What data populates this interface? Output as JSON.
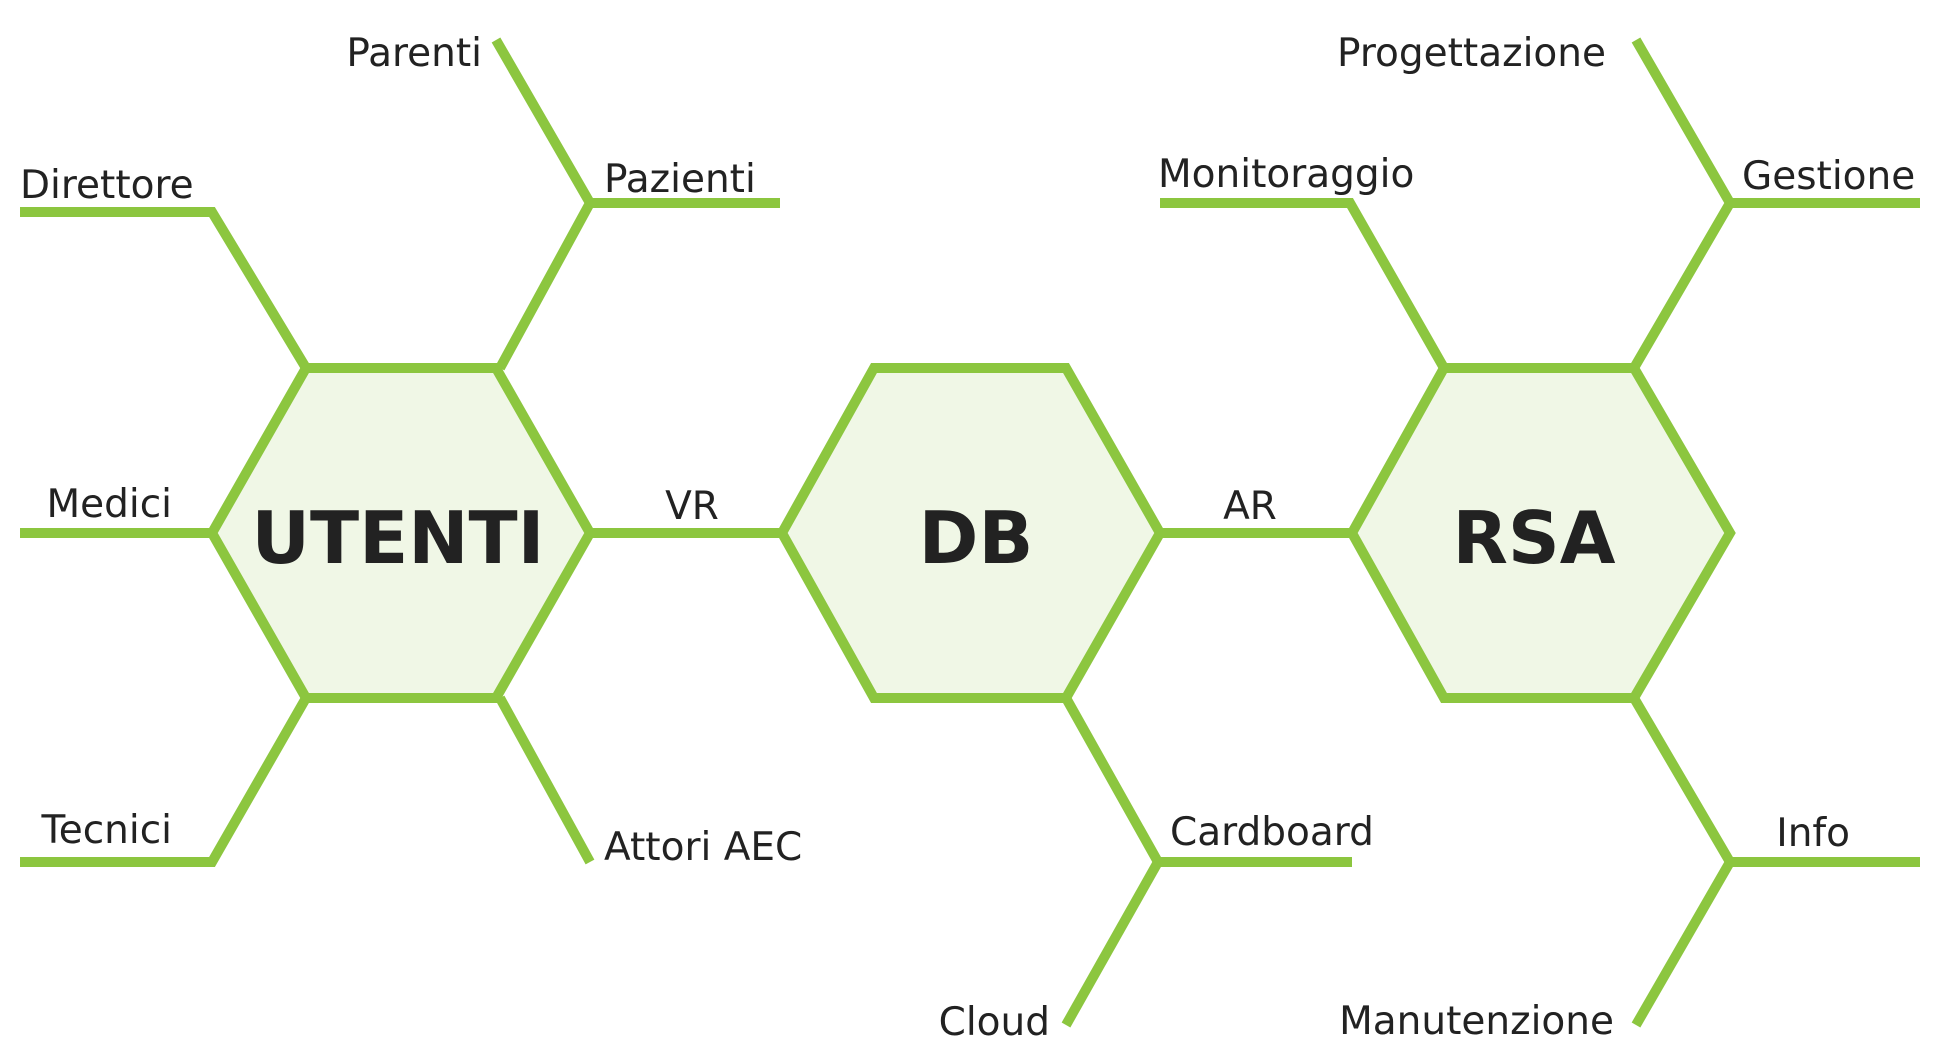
{
  "colors": {
    "accent": "#8cc63f",
    "hex_fill": "#f0f7e6",
    "text": "#222222"
  },
  "nodes": {
    "utenti": "UTENTI",
    "db": "DB",
    "rsa": "RSA"
  },
  "links": {
    "utenti_db": "VR",
    "db_rsa": "AR"
  },
  "branches": {
    "utenti": {
      "parenti": "Parenti",
      "pazienti": "Pazienti",
      "direttore": "Direttore",
      "medici": "Medici",
      "tecnici": "Tecnici",
      "attori_aec": "Attori AEC"
    },
    "db": {
      "cardboard": "Cardboard",
      "cloud": "Cloud"
    },
    "rsa": {
      "progettazione": "Progettazione",
      "gestione": "Gestione",
      "monitoraggio": "Monitoraggio",
      "info": "Info",
      "manutenzione": "Manutenzione"
    }
  }
}
